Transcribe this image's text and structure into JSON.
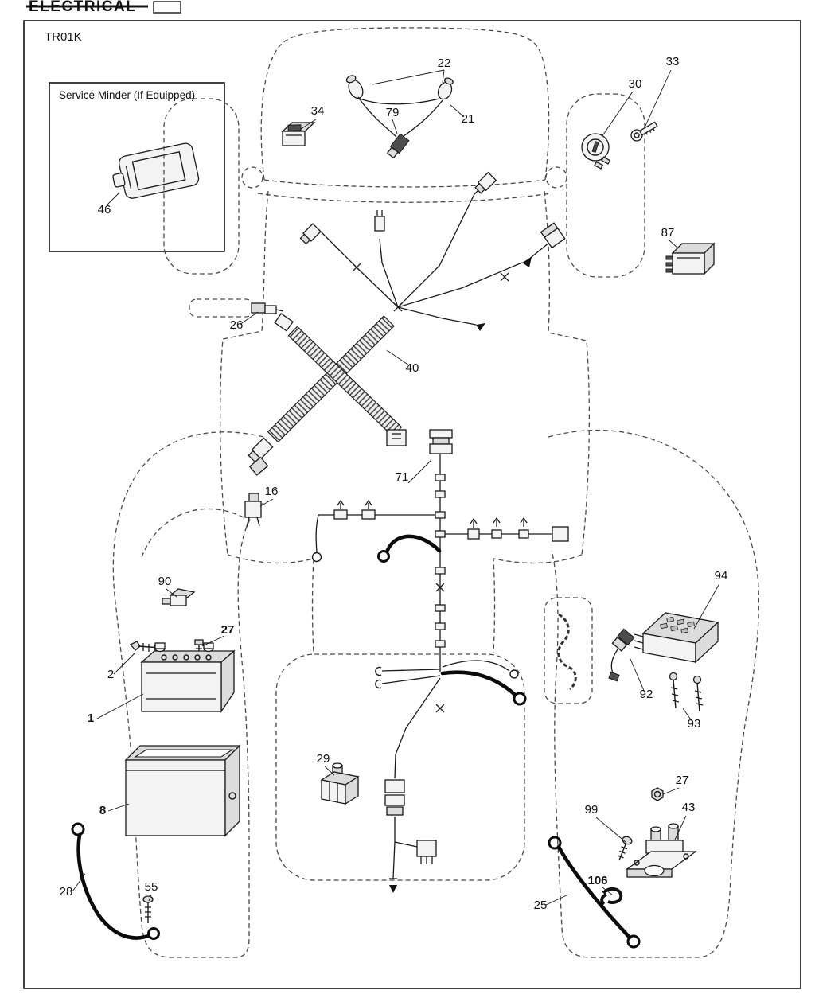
{
  "header": {
    "struck_title": "ELECTRICAL",
    "diagram_code": "TR01K"
  },
  "inset": {
    "label": "Service Minder (If Equipped)"
  },
  "callouts": [
    {
      "label": "22"
    },
    {
      "label": "33"
    },
    {
      "label": "30"
    },
    {
      "label": "34"
    },
    {
      "label": "79"
    },
    {
      "label": "21"
    },
    {
      "label": "46"
    },
    {
      "label": "87"
    },
    {
      "label": "26"
    },
    {
      "label": "40"
    },
    {
      "label": "16"
    },
    {
      "label": "71"
    },
    {
      "label": "90"
    },
    {
      "label": "94"
    },
    {
      "label": "27"
    },
    {
      "label": "2"
    },
    {
      "label": "1"
    },
    {
      "label": "92"
    },
    {
      "label": "93"
    },
    {
      "label": "8"
    },
    {
      "label": "29"
    },
    {
      "label": "27"
    },
    {
      "label": "43"
    },
    {
      "label": "99"
    },
    {
      "label": "28"
    },
    {
      "label": "55"
    },
    {
      "label": "106"
    },
    {
      "label": "25"
    }
  ]
}
